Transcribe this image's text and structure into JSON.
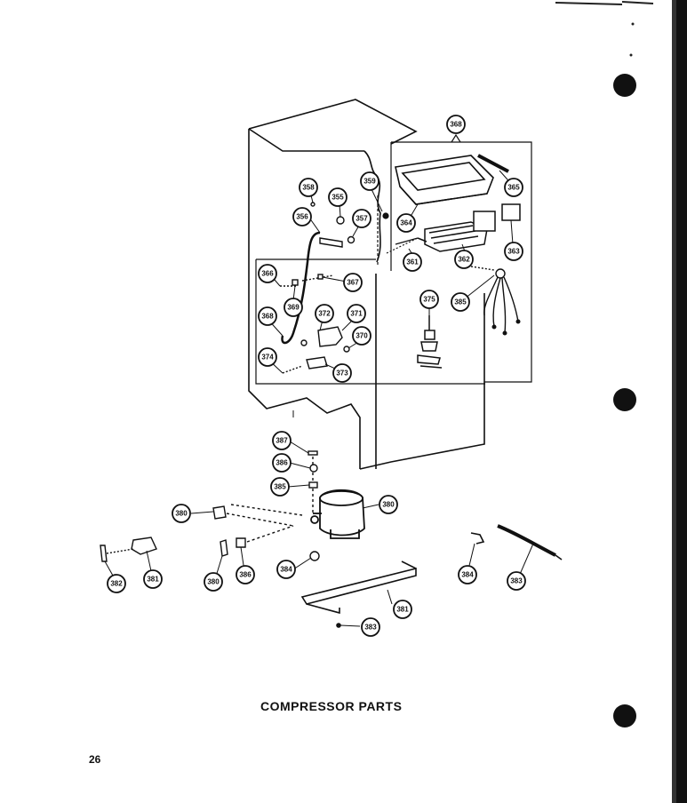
{
  "caption": "COMPRESSOR PARTS",
  "page_number": "26",
  "callouts": [
    {
      "id": "c1",
      "label": "368"
    },
    {
      "id": "c2",
      "label": "358"
    },
    {
      "id": "c3",
      "label": "355"
    },
    {
      "id": "c4",
      "label": "359"
    },
    {
      "id": "c5",
      "label": "356"
    },
    {
      "id": "c6",
      "label": "357"
    },
    {
      "id": "c7",
      "label": "364"
    },
    {
      "id": "c8",
      "label": "365"
    },
    {
      "id": "c9",
      "label": "363"
    },
    {
      "id": "c10",
      "label": "361"
    },
    {
      "id": "c11",
      "label": "362"
    },
    {
      "id": "c12",
      "label": "366"
    },
    {
      "id": "c13",
      "label": "369"
    },
    {
      "id": "c14",
      "label": "367"
    },
    {
      "id": "c15",
      "label": "368"
    },
    {
      "id": "c16",
      "label": "372"
    },
    {
      "id": "c17",
      "label": "371"
    },
    {
      "id": "c18",
      "label": "370"
    },
    {
      "id": "c19",
      "label": "374"
    },
    {
      "id": "c20",
      "label": "373"
    },
    {
      "id": "c21",
      "label": "375"
    },
    {
      "id": "c22",
      "label": "385"
    },
    {
      "id": "c23",
      "label": "387"
    },
    {
      "id": "c24",
      "label": "386"
    },
    {
      "id": "c25",
      "label": "385"
    },
    {
      "id": "c26",
      "label": "380"
    },
    {
      "id": "c27",
      "label": "380"
    },
    {
      "id": "c28",
      "label": "382"
    },
    {
      "id": "c29",
      "label": "381"
    },
    {
      "id": "c30",
      "label": "380"
    },
    {
      "id": "c31",
      "label": "386"
    },
    {
      "id": "c32",
      "label": "384"
    },
    {
      "id": "c33",
      "label": "381"
    },
    {
      "id": "c34",
      "label": "383"
    },
    {
      "id": "c35",
      "label": "384"
    },
    {
      "id": "c36",
      "label": "383"
    }
  ]
}
